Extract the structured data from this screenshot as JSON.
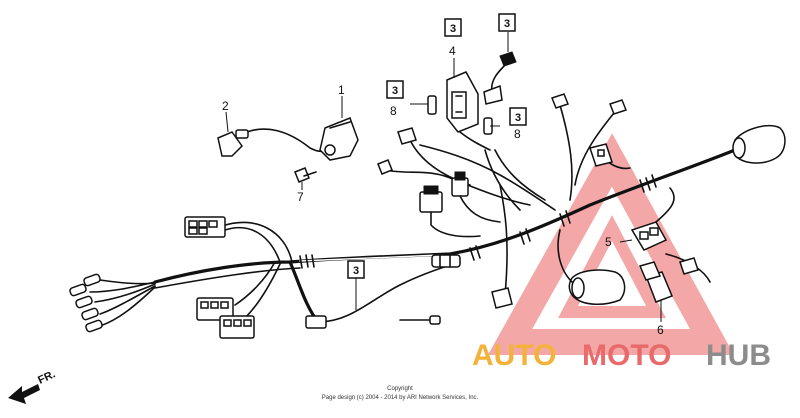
{
  "diagram": {
    "part_labels": [
      {
        "id": "1",
        "text": "1"
      },
      {
        "id": "2",
        "text": "2"
      },
      {
        "id": "3a",
        "text": "3",
        "boxed": true
      },
      {
        "id": "3b",
        "text": "3",
        "boxed": true
      },
      {
        "id": "3c",
        "text": "3",
        "boxed": true
      },
      {
        "id": "3d",
        "text": "3",
        "boxed": true
      },
      {
        "id": "3e",
        "text": "3",
        "boxed": true
      },
      {
        "id": "4",
        "text": "4"
      },
      {
        "id": "5",
        "text": "5"
      },
      {
        "id": "6",
        "text": "6"
      },
      {
        "id": "7",
        "text": "7"
      },
      {
        "id": "8a",
        "text": "8"
      },
      {
        "id": "8b",
        "text": "8"
      }
    ],
    "direction_label": "FR.",
    "copyright_line1": "Copyright",
    "copyright_line2": "Page design (c) 2004 - 2014 by ARI Network Services, Inc."
  },
  "watermark": {
    "auto": "AUTO",
    "moto": "MOTO",
    "hub": "HUB",
    "colors": {
      "auto": "#f3b23a",
      "moto": "#e96a6a",
      "hub": "#8c8c8c",
      "triangle": "#ef8a8a"
    }
  }
}
